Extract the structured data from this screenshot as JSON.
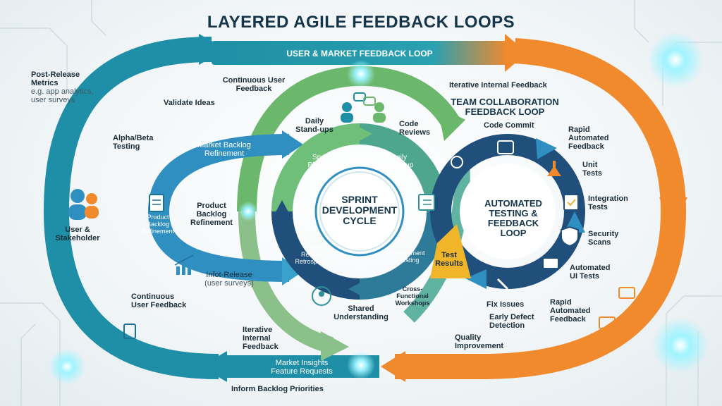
{
  "title": "LAYERED AGILE FEEDBACK LOOPS",
  "colors": {
    "teal": "#1e8fa6",
    "green": "#5aae6a",
    "orange": "#f08a2c",
    "navy": "#1f4f7a",
    "yellow": "#f1b52a",
    "blue": "#2f8fc0"
  },
  "outer_loop": {
    "banner": "USER & MARKET FEEDBACK LOOP",
    "actor": [
      "User &",
      "Stakeholder"
    ],
    "post_release": {
      "title": [
        "Post-Release",
        "Metrics"
      ],
      "detail": [
        "e.g. app analytics,",
        "user surveys"
      ]
    },
    "alpha_beta": [
      "Alpha/Beta",
      "Testing"
    ],
    "validate_ideas": "Validate Ideas",
    "continuous_top": [
      "Continuous User",
      "Feedback"
    ],
    "continuous_bottom": [
      "Continuous",
      "User Feedback"
    ],
    "market_insights": [
      "Market Insights",
      "Feature Requests"
    ],
    "inform_backlog": "Inform Backlog Priorities",
    "iterative_bottom": [
      "Iterative",
      "Internal",
      "Feedback"
    ],
    "quality": [
      "Quality",
      "Improvement"
    ]
  },
  "backlog_loop": {
    "market_refinement": [
      "Market Backlog",
      "Refinement"
    ],
    "product_refinement": [
      "Product",
      "Backlog",
      "Refinement"
    ],
    "pbr_small": [
      "Product",
      "Backlog",
      "Refinement"
    ],
    "info_release": [
      "Infot-Release",
      "(user surveys)"
    ]
  },
  "team_loop": {
    "title": [
      "TEAM COLLABORATION",
      "FEEDBACK LOOP"
    ],
    "iterative_top": "Iterative Internal Feedback",
    "daily_standups": [
      "Daily",
      "Stand-ups"
    ],
    "code_reviews": [
      "Code",
      "Reviews"
    ],
    "cross_functional": [
      "Cross-",
      "Functional",
      "Workshops"
    ],
    "shared": [
      "Shared",
      "Understanding"
    ]
  },
  "sprint": {
    "center": [
      "SPRINT",
      "DEVELOPMENT",
      "CYCLE"
    ],
    "planning": [
      "Sprint",
      "Planning"
    ],
    "daily": [
      "Daily",
      "Stand-up"
    ],
    "devtest": [
      "Development",
      "& Testing"
    ],
    "review": [
      "Sprint",
      "Review &",
      "Retrospective"
    ]
  },
  "automated": {
    "center": [
      "AUTOMATED",
      "TESTING &",
      "FEEDBACK",
      "LOOP"
    ],
    "test_results": [
      "Test",
      "Results"
    ],
    "code_commit": "Code Commit",
    "rapid_top": [
      "Rapid",
      "Automated",
      "Feedback"
    ],
    "unit": [
      "Unit",
      "Tests"
    ],
    "integration": [
      "Integration",
      "Tests"
    ],
    "security": [
      "Security",
      "Scans"
    ],
    "ui": [
      "Automated",
      "UI Tests"
    ],
    "rapid_bottom": [
      "Rapid",
      "Automated",
      "Feedback"
    ],
    "fix": "Fix Issues",
    "early": [
      "Early Defect",
      "Detection"
    ]
  }
}
